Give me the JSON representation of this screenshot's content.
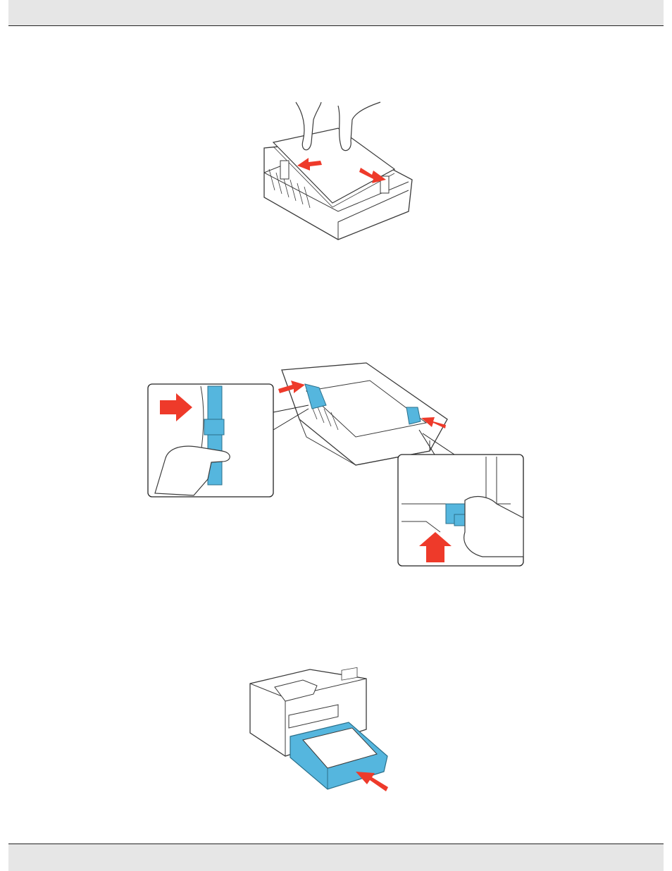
{
  "page": {
    "header": {},
    "footer": {}
  },
  "figures": [
    {
      "id": "load-paper-into-cassette"
    },
    {
      "id": "slide-edge-guides"
    },
    {
      "id": "insert-cassette-into-printer"
    }
  ],
  "colors": {
    "arrow": "#ee3a2a",
    "highlight_blue": "#55b6de",
    "outline": "#3a3a3a",
    "bar_gray": "#e6e6e6"
  }
}
